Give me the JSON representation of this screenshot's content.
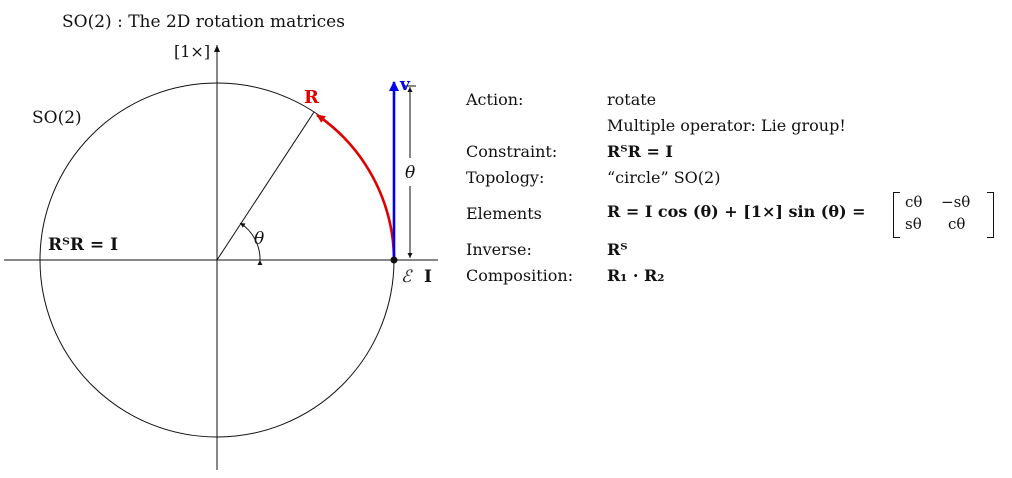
{
  "title": "SO(2) : The 2D rotation matrices",
  "diagram": {
    "axis_label_up": "[1×]",
    "group_label": "SO(2)",
    "circle_label": "RᵀR = I",
    "point_label": "R",
    "vector_label": "v",
    "angle_label_chord": "θ",
    "angle_label_arc": "θ",
    "identity_script": "ℰ",
    "identity_label": "I",
    "colors": {
      "arc": "#e00000",
      "vector": "#0000ee",
      "ink": "#111111"
    }
  },
  "properties": {
    "action_label": "Action:",
    "action_value": "rotate",
    "action_note": "Multiple operator: Lie group!",
    "constraint_label": "Constraint:",
    "constraint_value": "RᵀR = I",
    "topology_label": "Topology:",
    "topology_value": "“circle” SO(2)",
    "elements_label": "Elements",
    "elements_value": "R = I cos (θ) + [1×] sin (θ) =",
    "matrix": [
      "cθ",
      "−sθ",
      "sθ",
      "cθ"
    ],
    "inverse_label": "Inverse:",
    "inverse_value": "Rᵀ",
    "composition_label": "Composition:",
    "composition_value": "R₁ · R₂"
  }
}
